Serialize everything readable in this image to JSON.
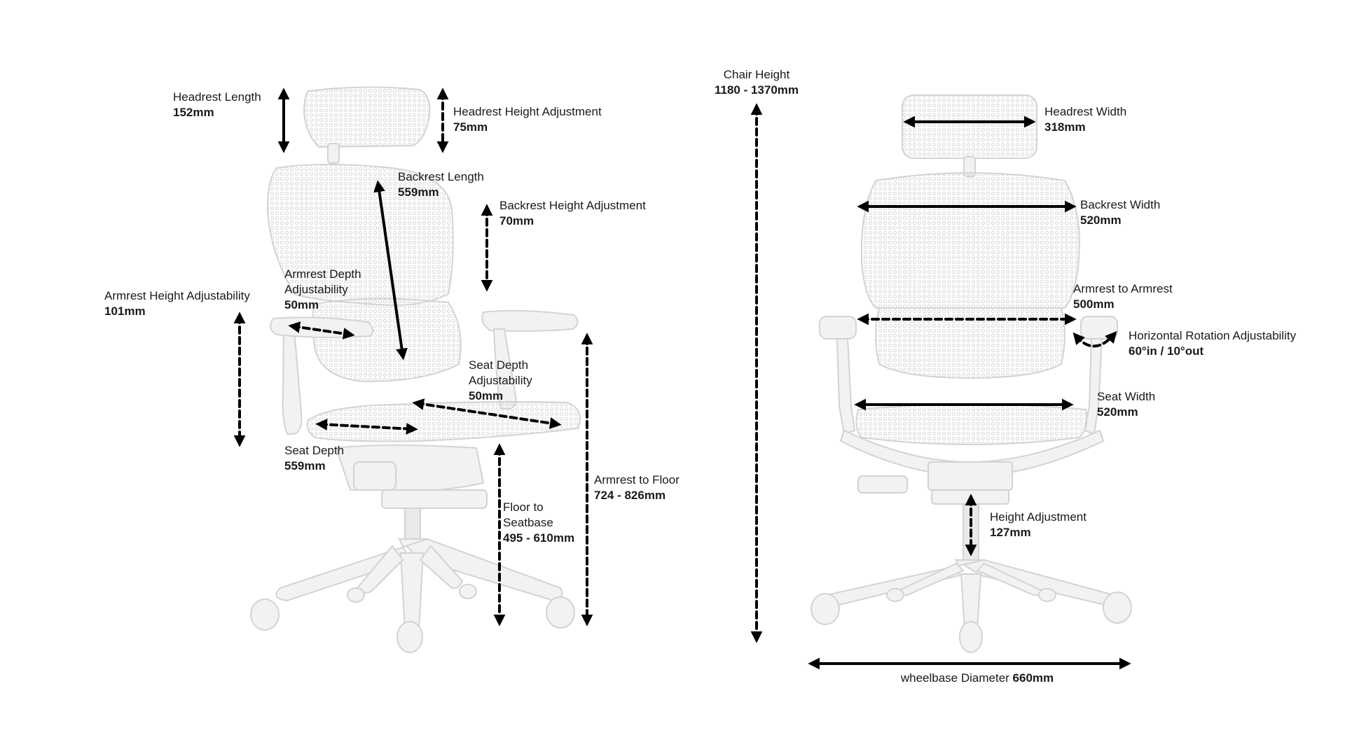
{
  "colors": {
    "ink": "#000000",
    "chair_fill": "#f1f1f1",
    "chair_stroke": "#d2d2d2",
    "mesh": "#dcdcdc"
  },
  "measurements": {
    "headrest_length": {
      "label": "Headrest Length",
      "value": "152mm"
    },
    "headrest_height_adj": {
      "label": "Headrest Height Adjustment",
      "value": "75mm"
    },
    "backrest_length": {
      "label": "Backrest Length",
      "value": "559mm"
    },
    "backrest_height_adj": {
      "label": "Backrest Height Adjustment",
      "value": "70mm"
    },
    "armrest_depth_adj": {
      "label_line1": "Armrest Depth",
      "label_line2": "Adjustability",
      "value": "50mm"
    },
    "armrest_height_adj": {
      "label": "Armrest Height Adjustability",
      "value": "101mm"
    },
    "seat_depth_adj": {
      "label_line1": "Seat Depth",
      "label_line2": "Adjustability",
      "value": "50mm"
    },
    "seat_depth": {
      "label": "Seat Depth",
      "value": "559mm"
    },
    "armrest_to_floor": {
      "label": "Armrest to Floor",
      "value": "724 - 826mm"
    },
    "floor_to_seatbase": {
      "label_line1": "Floor to",
      "label_line2": "Seatbase",
      "value": "495 - 610mm"
    },
    "chair_height": {
      "label": "Chair Height",
      "value": "1180 - 1370mm"
    },
    "headrest_width": {
      "label": "Headrest Width",
      "value": "318mm"
    },
    "backrest_width": {
      "label": "Backrest Width",
      "value": "520mm"
    },
    "armrest_to_armrest": {
      "label": "Armrest to Armrest",
      "value": "500mm"
    },
    "horizontal_rotation": {
      "label": "Horizontal Rotation Adjustability",
      "value": "60°in / 10°out"
    },
    "seat_width": {
      "label": "Seat Width",
      "value": "520mm"
    },
    "height_adjustment": {
      "label": "Height Adjustment",
      "value": "127mm"
    },
    "wheelbase_diameter": {
      "label": "wheelbase Diameter",
      "value": "660mm"
    }
  }
}
